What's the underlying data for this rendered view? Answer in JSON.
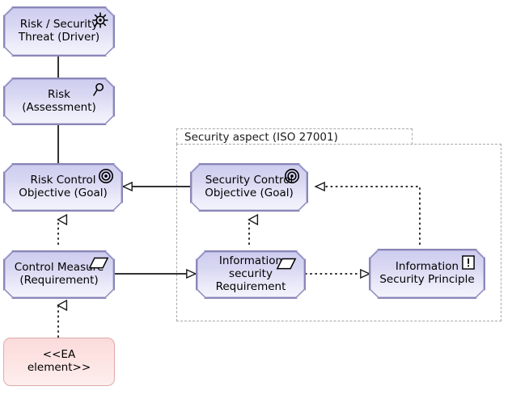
{
  "diagram": {
    "title": "Risk and Security overlay on ArchiMate motivation elements",
    "background_color": "#ffffff",
    "node_fill_top": "#cdccef",
    "node_fill_bottom": "#f4f4fc",
    "node_border_color": "#8a86b8",
    "ea_fill_top": "#fbdbdb",
    "ea_fill_bottom": "#fdeeee",
    "ea_border_color": "#e0aaaa",
    "group_border_color": "#a8a8a8",
    "connector_color": "#333333"
  },
  "group": {
    "label": "Security aspect (ISO 27001)"
  },
  "nodes": [
    {
      "id": "risk-security-threat",
      "label": "Risk / Security\nThreat (Driver)",
      "icon": "driver-steering-wheel-icon",
      "shape": "octagon"
    },
    {
      "id": "risk-assessment",
      "label": "Risk (Assessment)",
      "icon": "assessment-magnifier-icon",
      "shape": "octagon"
    },
    {
      "id": "risk-control-objective",
      "label": "Risk Control\nObjective (Goal)",
      "icon": "goal-target-icon",
      "shape": "octagon"
    },
    {
      "id": "control-measure",
      "label": "Control Measure\n(Requirement)",
      "icon": "requirement-parallelogram-icon",
      "shape": "octagon"
    },
    {
      "id": "ea-element",
      "label": "<<EA element>>",
      "icon": "none",
      "shape": "rounded-rectangle"
    },
    {
      "id": "security-control-objective",
      "label": "Security Control\nObjective (Goal)",
      "icon": "goal-target-icon",
      "shape": "octagon"
    },
    {
      "id": "information-security-requirement",
      "label": "Information\nsecurity\nRequirement",
      "icon": "requirement-parallelogram-icon",
      "shape": "octagon"
    },
    {
      "id": "information-security-principle",
      "label": "Information\nSecurity Principle",
      "icon": "principle-exclamation-icon",
      "shape": "octagon"
    }
  ],
  "connectors": [
    {
      "id": "threat-to-assessment",
      "from": "risk-security-threat",
      "to": "risk-assessment",
      "style": "solid",
      "arrow": "none"
    },
    {
      "id": "assessment-to-risk-control-objective",
      "from": "risk-assessment",
      "to": "risk-control-objective",
      "style": "solid",
      "arrow": "none"
    },
    {
      "id": "security-control-objective-to-risk-control-objective",
      "from": "security-control-objective",
      "to": "risk-control-objective",
      "style": "solid",
      "arrow": "hollow-triangle"
    },
    {
      "id": "control-measure-to-risk-control-objective",
      "from": "control-measure",
      "to": "risk-control-objective",
      "style": "dotted",
      "arrow": "hollow-triangle"
    },
    {
      "id": "ea-element-to-control-measure",
      "from": "ea-element",
      "to": "control-measure",
      "style": "dotted",
      "arrow": "hollow-triangle"
    },
    {
      "id": "control-measure-to-information-security-requirement",
      "from": "control-measure",
      "to": "information-security-requirement",
      "style": "solid",
      "arrow": "hollow-triangle"
    },
    {
      "id": "information-security-requirement-to-security-control-objective",
      "from": "information-security-requirement",
      "to": "security-control-objective",
      "style": "dotted",
      "arrow": "hollow-triangle"
    },
    {
      "id": "information-security-requirement-to-principle",
      "from": "information-security-requirement",
      "to": "information-security-principle",
      "style": "dotted",
      "arrow": "hollow-triangle"
    },
    {
      "id": "principle-to-security-control-objective",
      "from": "information-security-principle",
      "to": "security-control-objective",
      "style": "dotted",
      "arrow": "hollow-triangle"
    }
  ]
}
